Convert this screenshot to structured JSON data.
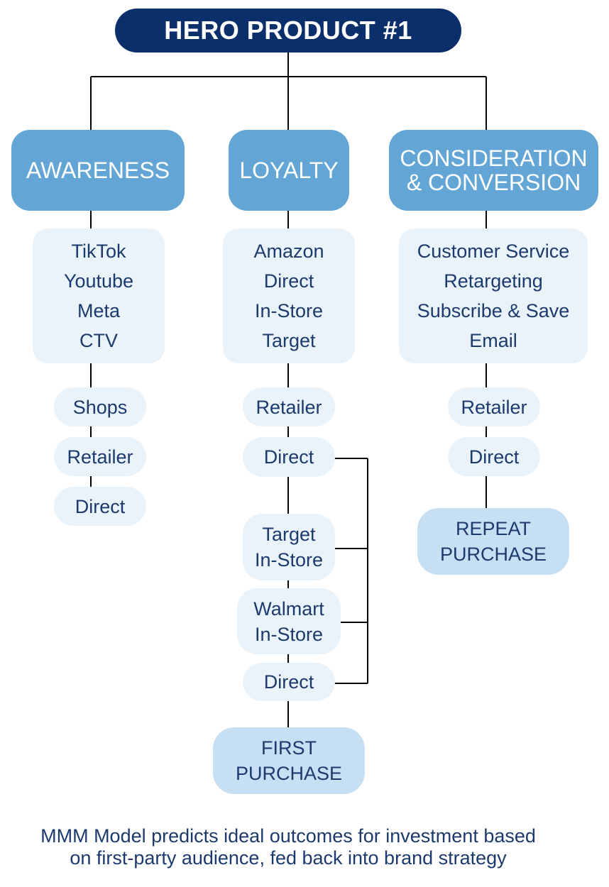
{
  "hero": {
    "title": "HERO PRODUCT #1"
  },
  "columns": [
    {
      "category": [
        "AWARENESS"
      ],
      "channels": [
        "TikTok",
        "Youtube",
        "Meta",
        "CTV"
      ],
      "steps": [
        "Shops",
        "Retailer",
        "Direct"
      ]
    },
    {
      "category": [
        "LOYALTY"
      ],
      "channels": [
        "Amazon",
        "Direct",
        "In-Store",
        "Target"
      ],
      "steps": [
        "Retailer",
        "Direct",
        "Target In-Store",
        "Walmart In-Store",
        "Direct"
      ],
      "outcome": "FIRST PURCHASE"
    },
    {
      "category": [
        "CONSIDERATION",
        "& CONVERSION"
      ],
      "channels": [
        "Customer Service",
        "Retargeting",
        "Subscribe & Save",
        "Email"
      ],
      "steps": [
        "Retailer",
        "Direct"
      ],
      "outcome": "REPEAT PURCHASE"
    }
  ],
  "labels": {
    "target_instore": [
      "Target",
      "In-Store"
    ],
    "walmart_instore": [
      "Walmart",
      "In-Store"
    ],
    "first_purchase": [
      "FIRST",
      "PURCHASE"
    ],
    "repeat_purchase": [
      "REPEAT",
      "PURCHASE"
    ]
  },
  "footer": {
    "lines": [
      "MMM Model predicts ideal outcomes for investment based",
      "on first-party audience, fed back into brand strategy"
    ]
  },
  "colors": {
    "hero": "#0b2f6b",
    "category": "#63a6d6",
    "list_bg": "#eaf3fa",
    "outcome_bg": "#c7dff2",
    "text": "#1d3a6e",
    "connector": "#000000"
  }
}
